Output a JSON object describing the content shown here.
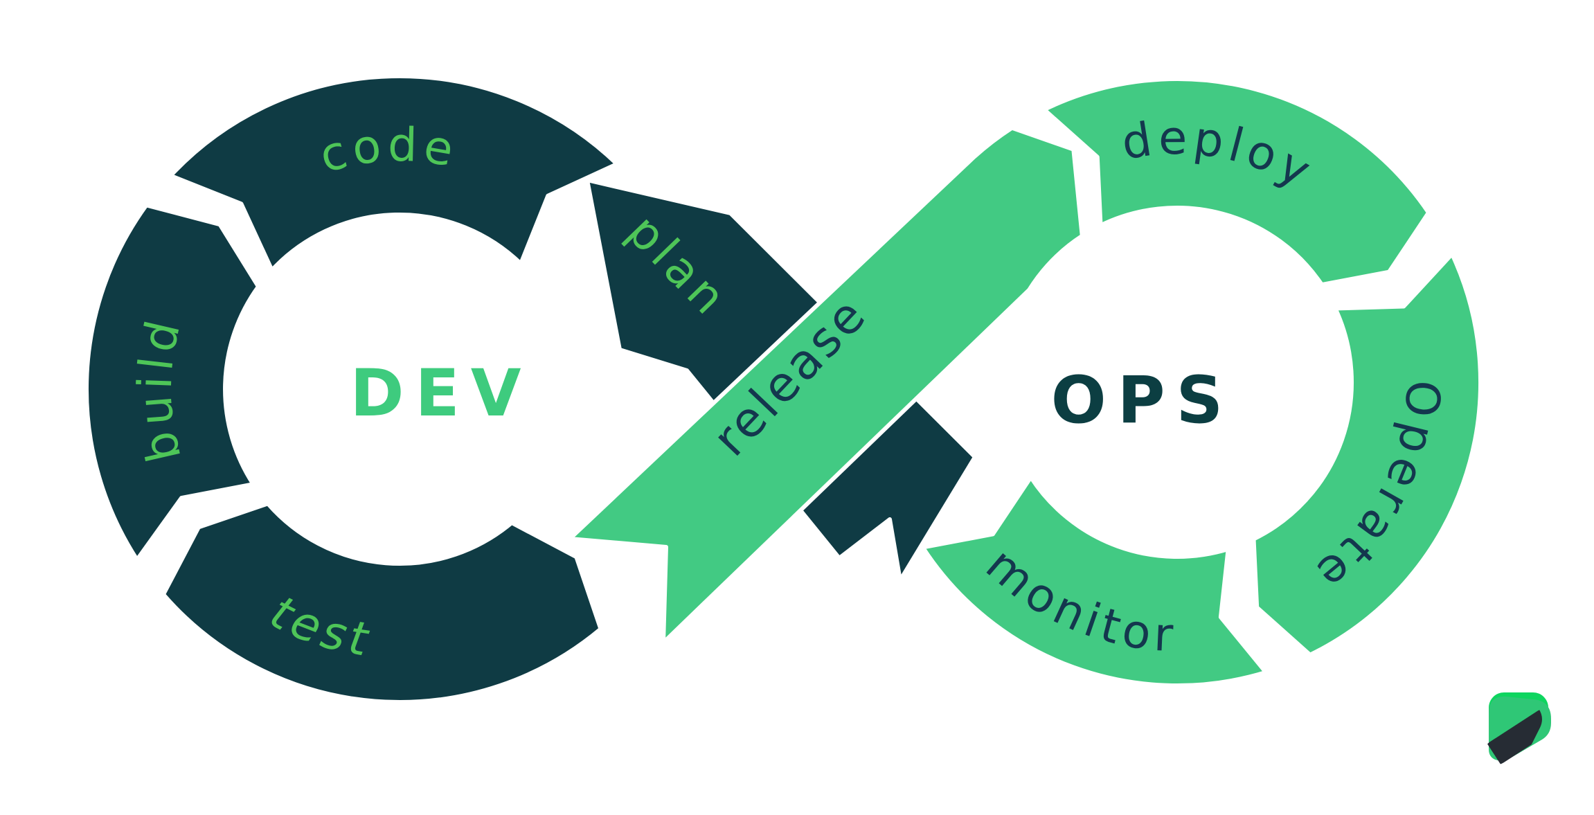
{
  "background": "#ffffff",
  "dev_loop": {
    "center_label": "DEV",
    "center_label_color": "#3ecb7e",
    "ring_color": "#0f3b44",
    "segment_text_color": "#4ec558",
    "segments": {
      "top": "code",
      "upper_right": "plan",
      "left": "build",
      "bottom": "test"
    }
  },
  "ops_loop": {
    "center_label": "OPS",
    "center_label_color": "#0c3e42",
    "ring_color": "#42ca83",
    "segment_text_color": "#14374e",
    "segments": {
      "top": "deploy",
      "right": "Operate",
      "bottom": "monitor",
      "crossing": "release"
    }
  },
  "logo": {
    "top_color": "#0ed55f",
    "body_color": "#2fc776",
    "band_color": "#262c34"
  }
}
